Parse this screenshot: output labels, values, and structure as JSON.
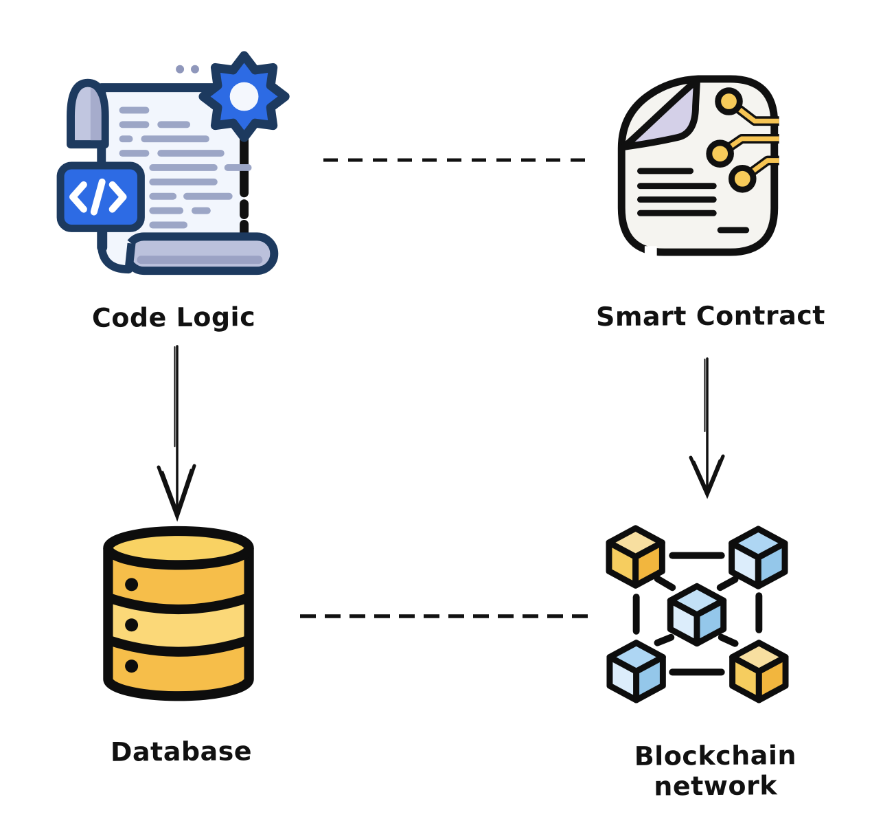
{
  "diagram": {
    "nodes": [
      {
        "id": "code-logic",
        "label": "Code Logic",
        "icon": "code-scroll-gear-icon"
      },
      {
        "id": "smart-contract",
        "label": "Smart Contract",
        "icon": "contract-document-circuit-icon"
      },
      {
        "id": "database",
        "label": "Database",
        "icon": "database-cylinder-icon"
      },
      {
        "id": "blockchain-network",
        "label": "Blockchain network",
        "icon": "linked-cubes-icon"
      }
    ],
    "connectors": [
      {
        "from": "code-logic",
        "to": "smart-contract",
        "type": "dashed-line",
        "direction": "horizontal"
      },
      {
        "from": "database",
        "to": "blockchain-network",
        "type": "dashed-line",
        "direction": "horizontal"
      },
      {
        "from": "code-logic",
        "to": "database",
        "type": "arrow",
        "direction": "down"
      },
      {
        "from": "smart-contract",
        "to": "blockchain-network",
        "type": "arrow",
        "direction": "down"
      }
    ],
    "colors": {
      "background": "#ffffff",
      "connector_line": "#111111",
      "navy_outline": "#1d3a5f",
      "blue_accent": "#2d6be4",
      "page_fill": "#f2f6fd",
      "scroll_roll": "#bbc1dc",
      "code_line_gray": "#9ca6c6",
      "contract_paper": "#f5f4f0",
      "contract_fold": "#d4d0e8",
      "circuit_yellow": "#f6c453",
      "db_yellow": "#f6be4a",
      "db_yellow_light": "#fbd878",
      "db_yellow_top": "#f9d263",
      "cube_blue_top": "#aed6f3",
      "cube_blue_left": "#dcedfb",
      "cube_blue_right": "#94c7ea",
      "cube_yellow_top": "#f8dfa0",
      "cube_yellow_left": "#f6cd5f",
      "cube_yellow_right": "#f2b63e"
    }
  }
}
